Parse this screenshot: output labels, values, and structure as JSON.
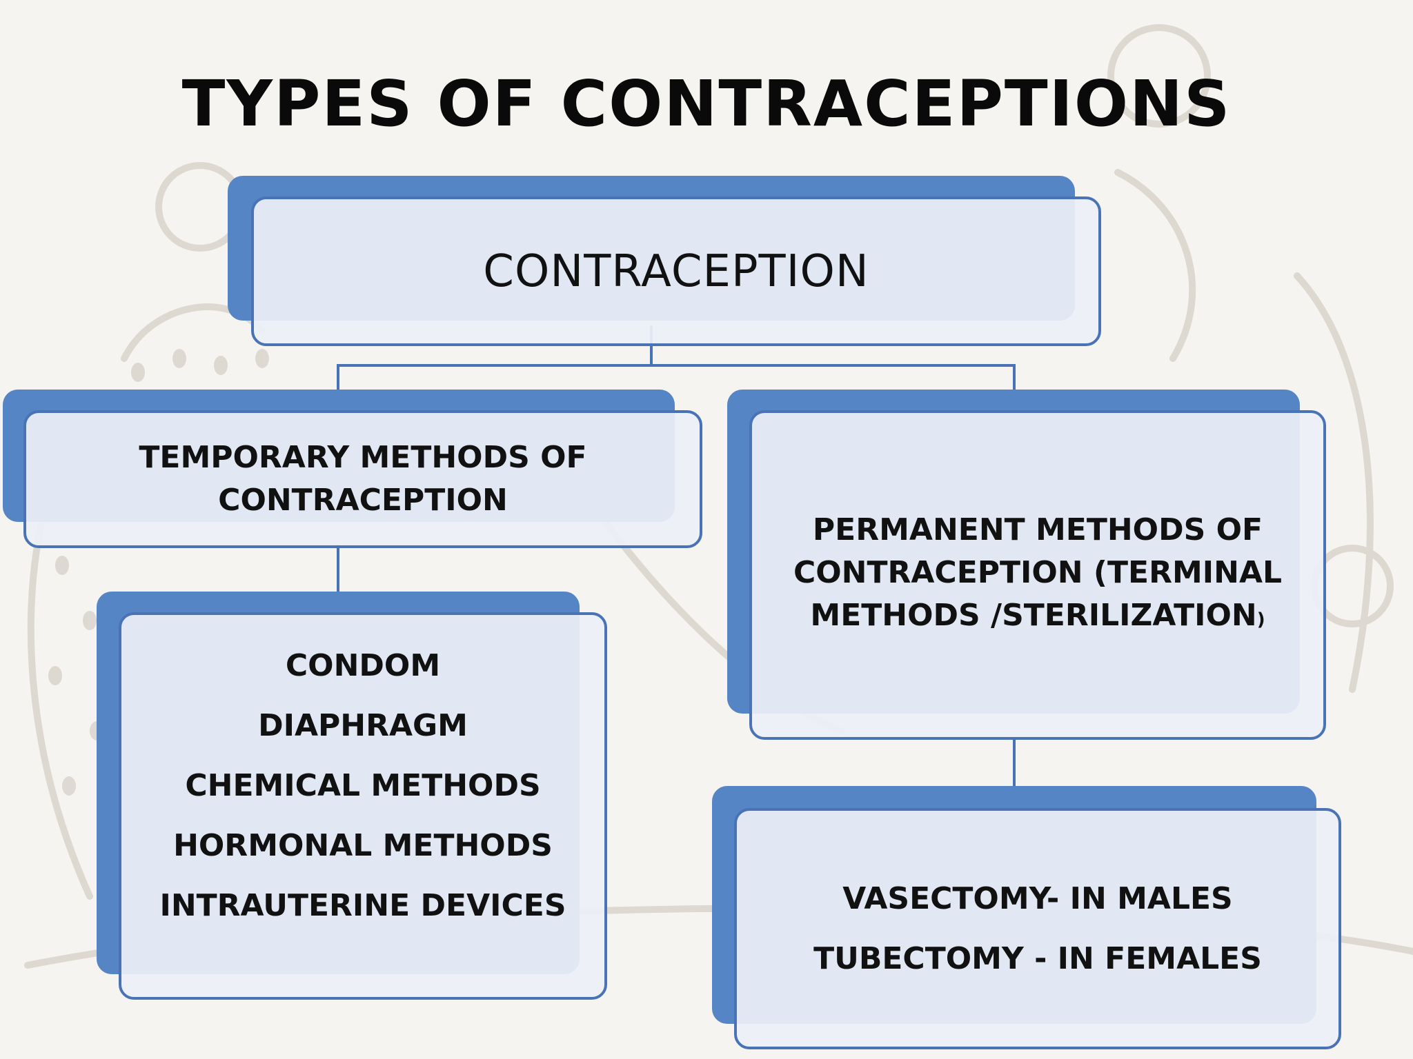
{
  "title": "TYPES OF CONTRACEPTIONS",
  "root": {
    "label": "CONTRACEPTION"
  },
  "temporary": {
    "label_line1": "TEMPORARY METHODS OF",
    "label_line2": "CONTRACEPTION",
    "items": [
      "CONDOM",
      "DIAPHRAGM",
      "CHEMICAL METHODS",
      "HORMONAL METHODS",
      "INTRAUTERINE DEVICES"
    ]
  },
  "permanent": {
    "label_line1": "PERMANENT METHODS OF",
    "label_line2": "CONTRACEPTION (TERMINAL",
    "label_line3": "METHODS /STERILIZATION",
    "label_paren": ")",
    "items": [
      "VASECTOMY- IN MALES",
      "TUBECTOMY - IN FEMALES"
    ]
  },
  "colors": {
    "accent": "#5585c5",
    "border": "#4a73b5",
    "box_fill": "#ecf0f8",
    "text": "#111111"
  }
}
